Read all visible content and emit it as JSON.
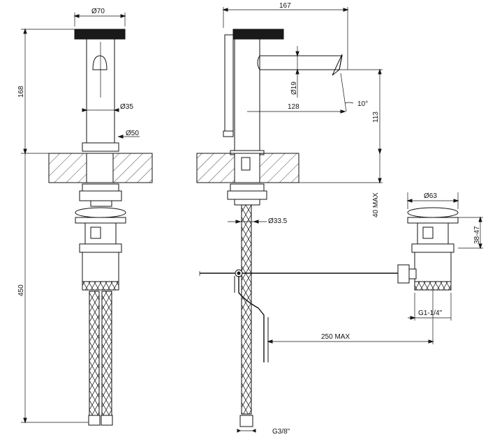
{
  "dimensions": {
    "handle_diameter": "Ø70",
    "spout_reach": "167",
    "total_height_top": "168",
    "body_diameter": "Ø35",
    "base_diameter": "Ø50",
    "spout_diameter": "Ø19",
    "spout_projection": "128",
    "spout_angle": "10°",
    "spout_height": "113",
    "deck_thickness": "40 MAX",
    "hose_length": "450",
    "shank_diameter": "Ø33.5",
    "waste_diameter": "Ø63",
    "waste_height": "38-47",
    "waste_thread": "G1-1/4\"",
    "rod_length": "250 MAX",
    "hose_thread": "G3/8\""
  },
  "colors": {
    "line": "#111111",
    "fill_dark": "#1a1a1a",
    "background": "#ffffff"
  }
}
